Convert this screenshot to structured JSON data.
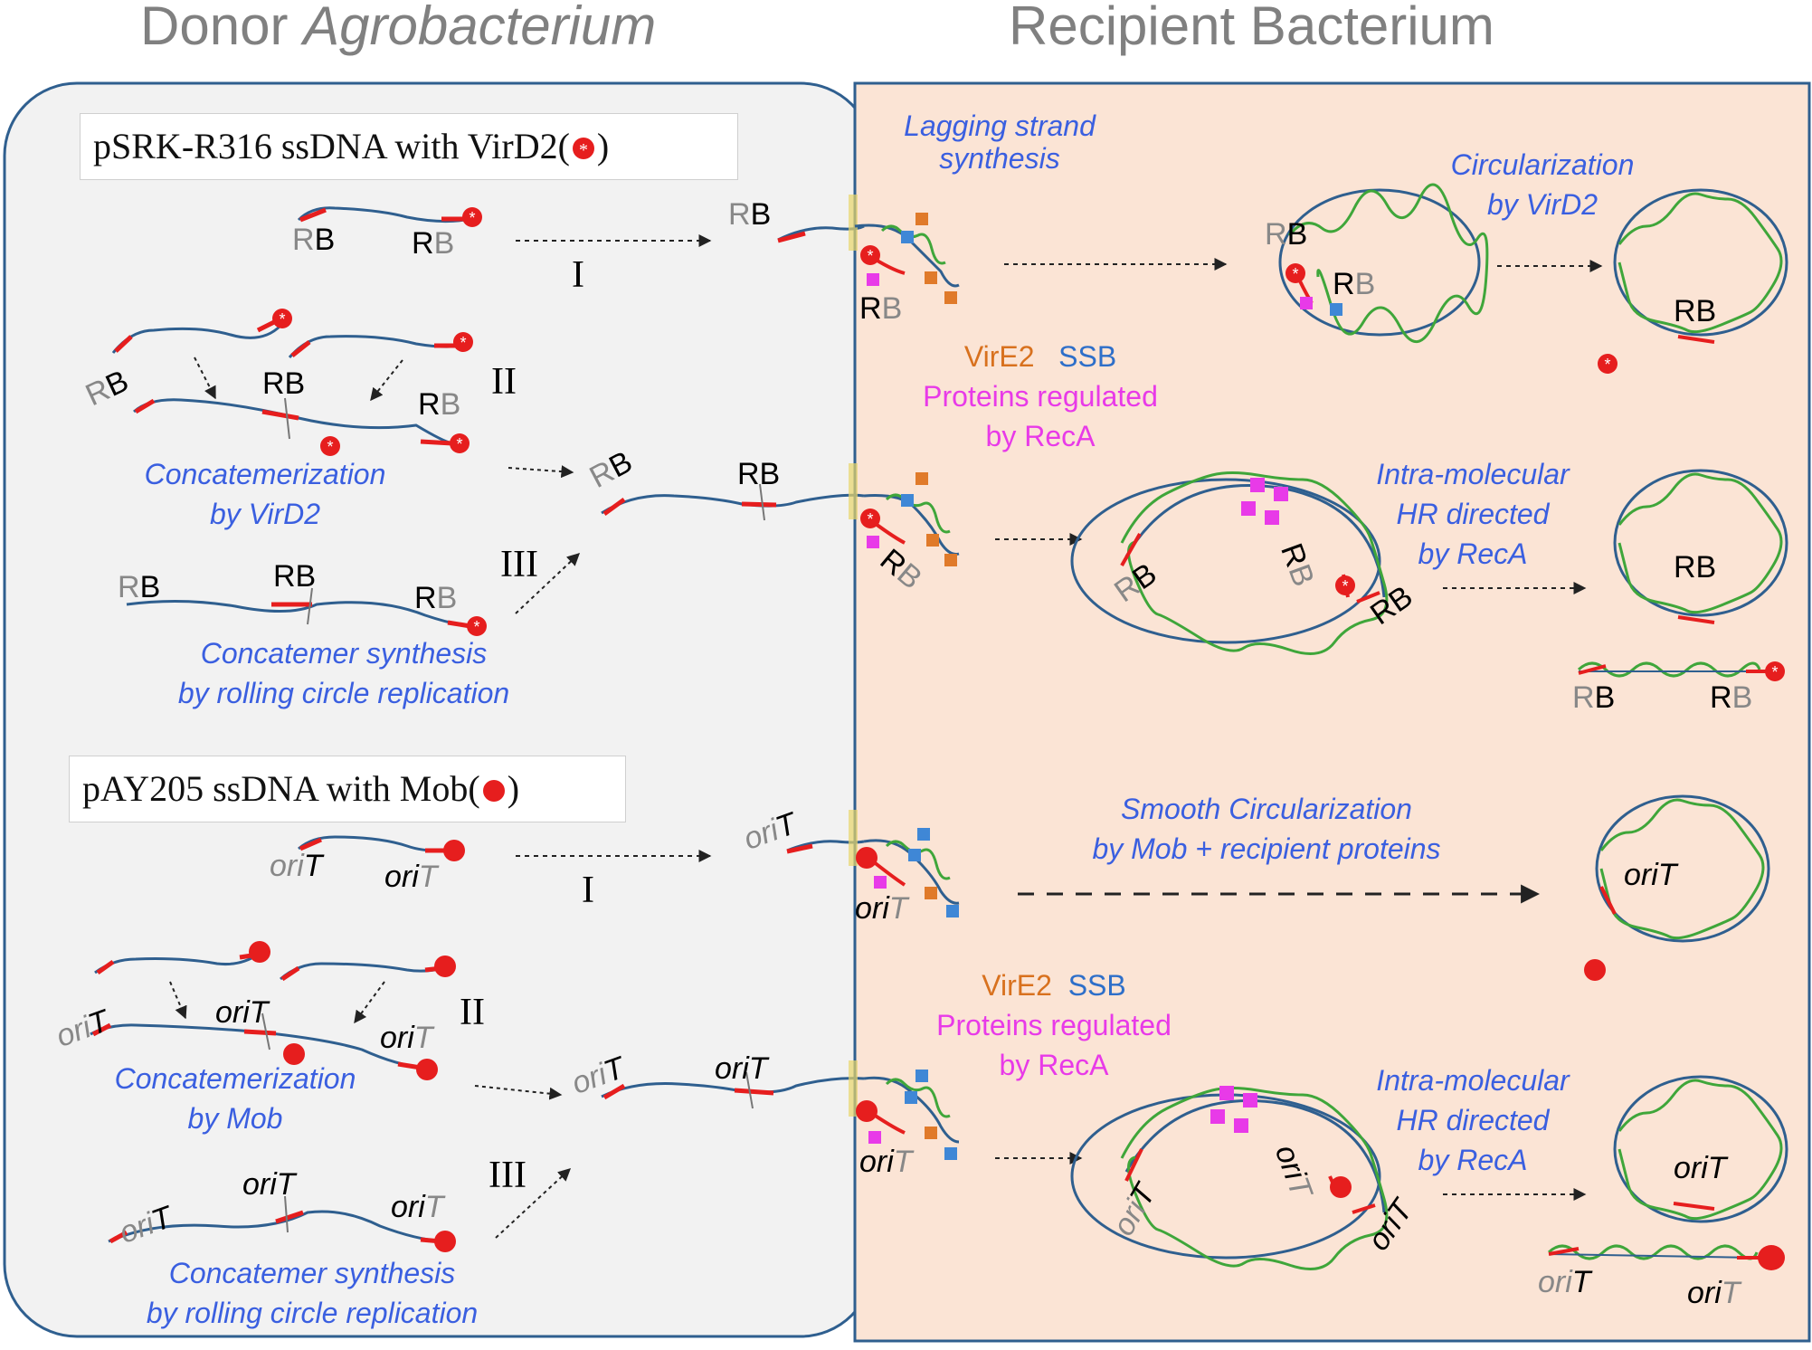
{
  "headers": {
    "donor_prefix": "Donor ",
    "donor_italic": "Agrobacterium",
    "recipient": "Recipient  Bacterium"
  },
  "boxes": {
    "virD2_box": "pSRK-R316 ssDNA with VirD2(",
    "mob_box": "pAY205 ssDNA with Mob(",
    "close_paren": ")"
  },
  "labels": {
    "R": "R",
    "B": "B",
    "RB": "RB",
    "ori": "ori",
    "T": "T",
    "oriT": "oriT",
    "I": "I",
    "II": "II",
    "III": "III"
  },
  "texts": {
    "lagging_1": "Lagging strand",
    "lagging_2": "synthesis",
    "circ_virD2_1": "Circularization",
    "circ_virD2_2": "by VirD2",
    "concat_virD2_1": "Concatemerization",
    "concat_virD2_2": "by VirD2",
    "concat_syn_1": "Concatemer synthesis",
    "concat_syn_2": "by rolling circle replication",
    "virE2": "VirE2",
    "ssb": "SSB",
    "prot_reg_1": "Proteins regulated",
    "prot_reg_2": "by RecA",
    "hr_1": "Intra-molecular",
    "hr_2": "HR directed",
    "hr_3": "by RecA",
    "smooth_1": "Smooth Circularization",
    "smooth_2": "by Mob +  recipient proteins",
    "concat_mob_1": "Concatemerization",
    "concat_mob_2": "by Mob"
  },
  "colors": {
    "dna_strand": "#2f5f8f",
    "green_strand": "#3fa63a",
    "red_end": "#e61e1e",
    "virE2": "#e07a2a",
    "ssb": "#3f87d6",
    "reca_protein": "#e83ae8",
    "text_blue": "#3a5fe0",
    "donor_bg": "#f2f2f2",
    "recipient_bg": "#fbe4d5"
  }
}
